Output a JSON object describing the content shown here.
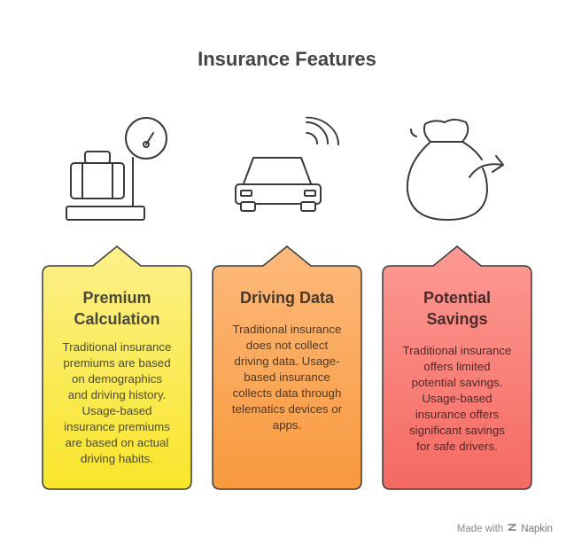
{
  "title": "Insurance Features",
  "cards": [
    {
      "title_lines": [
        "Premium",
        "Calculation"
      ],
      "body_lines": [
        "Traditional insurance",
        "premiums are based",
        "on demographics",
        "and driving history.",
        "Usage-based",
        "insurance premiums",
        "are based on actual",
        "driving habits."
      ],
      "icon": "luggage-scale-icon",
      "colors": {
        "top": "#fdf08a",
        "bottom": "#f8e52a",
        "text": "#4a4a3a"
      }
    },
    {
      "title_lines": [
        "Driving Data"
      ],
      "body_lines": [
        "Traditional insurance",
        "does not collect",
        "driving data. Usage-",
        "based insurance",
        "collects data through",
        "telematics devices or",
        "apps."
      ],
      "icon": "connected-car-icon",
      "colors": {
        "top": "#fdb97c",
        "bottom": "#f8993c",
        "text": "#4a3a2a"
      }
    },
    {
      "title_lines": [
        "Potential",
        "Savings"
      ],
      "body_lines": [
        "Traditional insurance",
        "offers limited",
        "potential savings.",
        "Usage-based",
        "insurance offers",
        "significant savings",
        "for safe drivers."
      ],
      "icon": "money-bag-icon",
      "colors": {
        "top": "#fd9a93",
        "bottom": "#f46a63",
        "text": "#4a2a2a"
      }
    }
  ],
  "footer": {
    "made_with": "Made with",
    "brand": "Napkin"
  }
}
